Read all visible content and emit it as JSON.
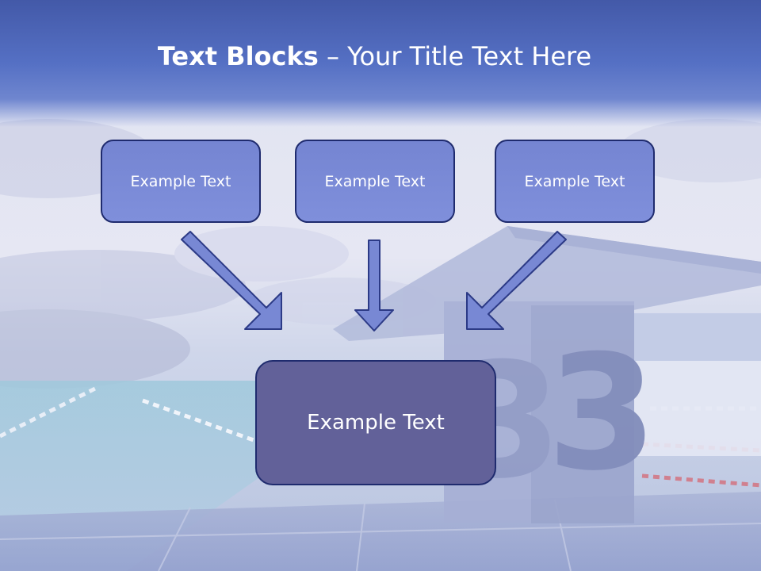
{
  "title": {
    "bold": "Text Blocks",
    "separator": " – ",
    "rest": "Your Title Text Here"
  },
  "blocks": [
    {
      "label": "Example Text"
    },
    {
      "label": "Example Text"
    },
    {
      "label": "Example Text"
    }
  ],
  "center_block": {
    "label": "Example Text"
  },
  "colors": {
    "header": "#4a60b5",
    "box_fill": "#7b8bd8",
    "box_border": "#1f2b6e",
    "main_fill": "#626199",
    "arrow_fill": "#7888d4",
    "title_text": "#ffffff"
  }
}
